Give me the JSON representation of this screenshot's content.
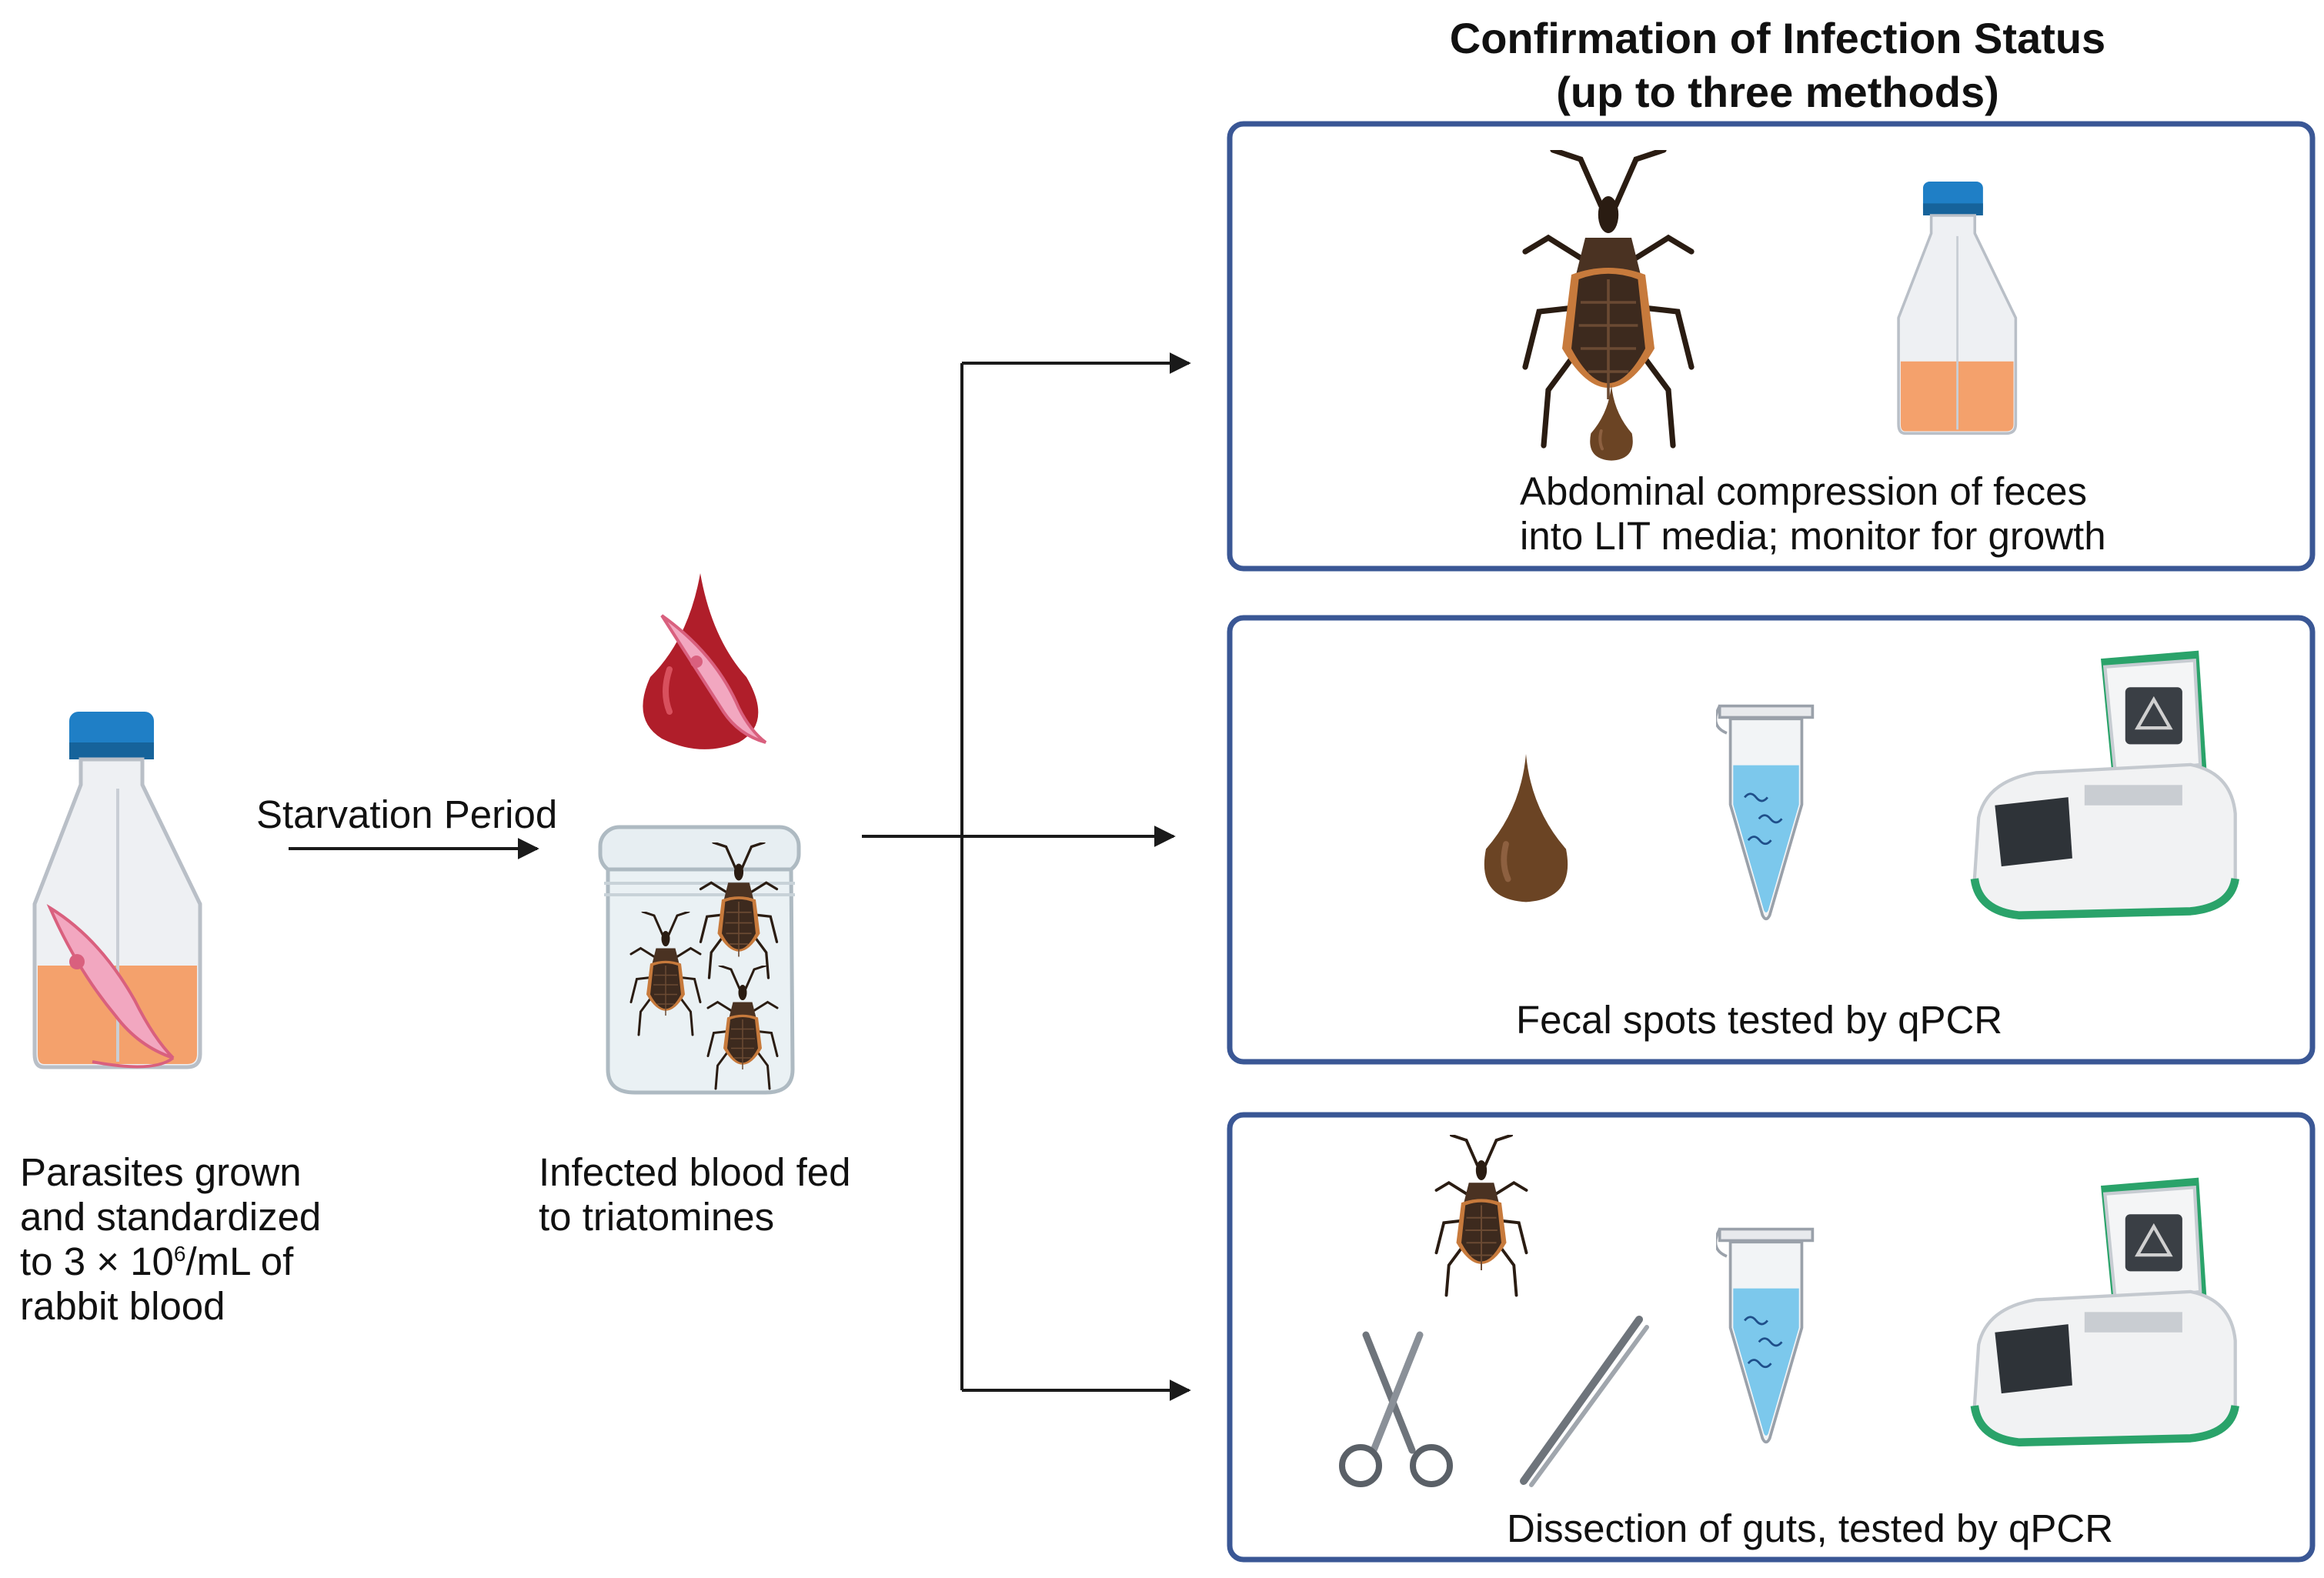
{
  "title": {
    "line1": "Confirmation of Infection Status",
    "line2": "(up to three methods)"
  },
  "steps": {
    "parasites": {
      "line1": "Parasites grown",
      "line2": "and standardized",
      "line3_pre": "to 3 × 10",
      "line3_sup": "6",
      "line3_post": "/mL of",
      "line4": "rabbit blood"
    },
    "starvation_label": "Starvation Period",
    "infected": {
      "line1": "Infected blood fed",
      "line2": "to triatomines"
    }
  },
  "methods": [
    {
      "line1": "Abdominal compression of feces",
      "line2": "into LIT media; monitor for growth"
    },
    {
      "line1": "Fecal spots tested by qPCR"
    },
    {
      "line1": "Dissection of guts, tested by qPCR"
    }
  ],
  "colors": {
    "panel_border": "#3a5795",
    "arrow": "#1a1a1a",
    "media": "#f4a16c",
    "cap": "#1f7fc6",
    "blood": "#b01e2a",
    "parasite": "#f2a7c0",
    "bug_body": "#3d2a1e",
    "bug_accent": "#c77a3c",
    "feces": "#6b4424",
    "tube_liquid": "#7cc8ec",
    "machine_green": "#2aa36a"
  },
  "icons": [
    "culture-flask-icon",
    "blood-drop-icon",
    "trypanosome-icon",
    "jar-icon",
    "triatomine-bug-icon",
    "feces-drop-icon",
    "microtube-icon",
    "dna-icon",
    "qpcr-machine-icon",
    "scissors-icon",
    "forceps-icon"
  ]
}
